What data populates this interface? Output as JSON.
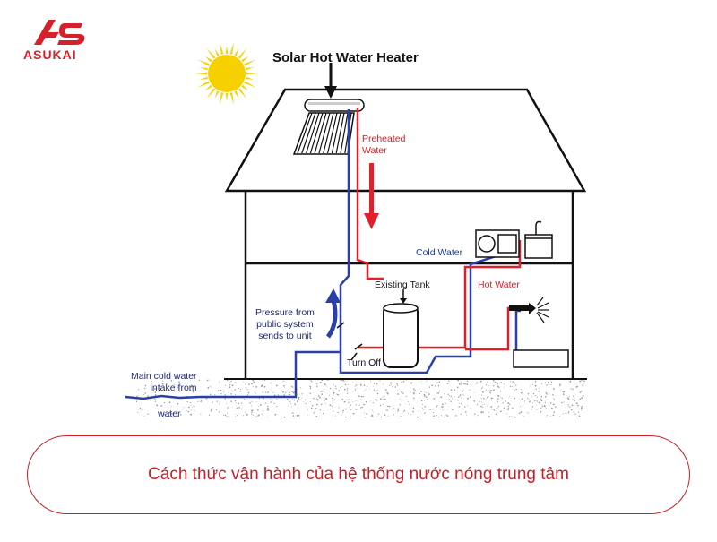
{
  "logo": {
    "text": "ASUKAI",
    "color": "#d6202a"
  },
  "diagram": {
    "title": "Solar Hot Water Heater",
    "labels": {
      "preheated": [
        "Preheated",
        "Water"
      ],
      "cold_water": "Cold Water",
      "hot_water": "Hot Water",
      "existing_tank": "Existing Tank",
      "pressure": [
        "Pressure from",
        "public  system",
        "sends to unit"
      ],
      "turn_off": "Turn Off",
      "main_intake": [
        "Main cold water",
        "intake from"
      ],
      "water": "water"
    },
    "colors": {
      "hot": "#e0202a",
      "cold": "#2b3fa8",
      "outline": "#111111",
      "sun": "#f7d000"
    }
  },
  "caption": "Cách thức vận hành của hệ thống nước nóng trung tâm"
}
